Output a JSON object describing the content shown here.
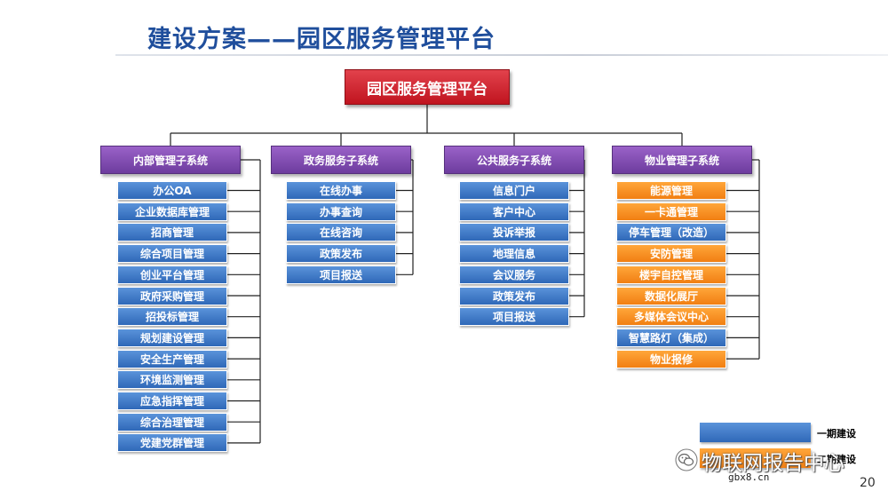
{
  "title": "建设方案——园区服务管理平台",
  "root_label": "园区服务管理平台",
  "columns": [
    {
      "label": "内部管理子系统",
      "items": [
        {
          "label": "办公OA",
          "phase": "blue"
        },
        {
          "label": "企业数据库管理",
          "phase": "blue"
        },
        {
          "label": "招商管理",
          "phase": "blue"
        },
        {
          "label": "综合项目管理",
          "phase": "blue"
        },
        {
          "label": "创业平台管理",
          "phase": "blue"
        },
        {
          "label": "政府采购管理",
          "phase": "blue"
        },
        {
          "label": "招投标管理",
          "phase": "blue"
        },
        {
          "label": "规划建设管理",
          "phase": "blue"
        },
        {
          "label": "安全生产管理",
          "phase": "blue"
        },
        {
          "label": "环境监测管理",
          "phase": "blue"
        },
        {
          "label": "应急指挥管理",
          "phase": "blue"
        },
        {
          "label": "综合治理管理",
          "phase": "blue"
        },
        {
          "label": "党建党群管理",
          "phase": "blue"
        }
      ]
    },
    {
      "label": "政务服务子系统",
      "items": [
        {
          "label": "在线办事",
          "phase": "blue"
        },
        {
          "label": "办事查询",
          "phase": "blue"
        },
        {
          "label": "在线咨询",
          "phase": "blue"
        },
        {
          "label": "政策发布",
          "phase": "blue"
        },
        {
          "label": "项目报送",
          "phase": "blue"
        }
      ]
    },
    {
      "label": "公共服务子系统",
      "items": [
        {
          "label": "信息门户",
          "phase": "blue"
        },
        {
          "label": "客户中心",
          "phase": "blue"
        },
        {
          "label": "投诉举报",
          "phase": "blue"
        },
        {
          "label": "地理信息",
          "phase": "blue"
        },
        {
          "label": "会议服务",
          "phase": "blue"
        },
        {
          "label": "政策发布",
          "phase": "blue"
        },
        {
          "label": "项目报送",
          "phase": "blue"
        }
      ]
    },
    {
      "label": "物业管理子系统",
      "items": [
        {
          "label": "能源管理",
          "phase": "orange"
        },
        {
          "label": "一卡通管理",
          "phase": "orange"
        },
        {
          "label": "停车管理（改造）",
          "phase": "blue"
        },
        {
          "label": "安防管理",
          "phase": "orange"
        },
        {
          "label": "楼宇自控管理",
          "phase": "orange"
        },
        {
          "label": "数据化展厅",
          "phase": "orange"
        },
        {
          "label": "多媒体会议中心",
          "phase": "orange"
        },
        {
          "label": "智慧路灯（集成）",
          "phase": "blue"
        },
        {
          "label": "物业报修",
          "phase": "orange"
        }
      ]
    }
  ],
  "legend": [
    {
      "label": "一期建设",
      "phase": "blue"
    },
    {
      "label": "二期建设",
      "phase": "orange"
    }
  ],
  "colors": {
    "blue": "#3a76c6",
    "orange": "#f38b1f",
    "purple": "#7f4bb0",
    "red": "#d22630",
    "title": "#1f4e9c"
  },
  "watermark": {
    "text": "物联网报告中心",
    "url": "gbx8.cn",
    "icon": "wechat-icon"
  },
  "page_number": "20"
}
